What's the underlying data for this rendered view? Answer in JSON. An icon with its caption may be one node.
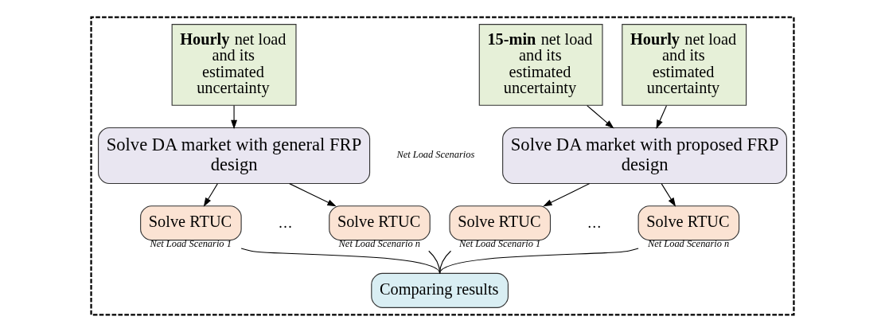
{
  "diagram": {
    "nodes": [
      {
        "text": [],
        "shape": "box"
      },
      {
        "text": [
          "**Hourly** net load and its estimated uncertainty"
        ],
        "in": 0
      },
      {
        "text": [
          "**Hourly** net load and its estimated uncertainty"
        ],
        "in": 0
      },
      {
        "text": [
          "**15-min** net load and its estimated uncertainty"
        ],
        "in": 0
      },
      {
        "text": [
          "Solve DA market with general FRP design"
        ],
        "in": 0
      },
      {
        "text": [
          "Solve DA market with proposed FRP design"
        ],
        "in": 0
      },
      {
        "text": [
          "Solve RTUC"
        ],
        "beside": [
          "Net Load Scenario 1"
        ],
        "in": 0
      },
      {
        "text": [
          "Solve RTUC"
        ],
        "beside": [
          "Net Load Scenario n"
        ],
        "in": 0
      },
      {
        "text": [
          "Solve RTUC"
        ],
        "beside": [
          "Net Load Scenario 1"
        ],
        "in": 0
      },
      {
        "text": [
          "Solve RTUC"
        ],
        "beside": [
          "Net Load Scenario n"
        ],
        "in": 0
      },
      {
        "text": [
          "Comparing results"
        ],
        "in": 0
      }
    ],
    "edges": [
      {
        "from": 1,
        "to": 4,
        "arrow": "to"
      },
      {
        "from": 2,
        "to": 5,
        "arrow": "to"
      },
      {
        "from": 3,
        "to": 5,
        "arrow": "to"
      },
      {
        "from": 4,
        "to": 6,
        "arrow": "to"
      },
      {
        "from": 4,
        "to": 7,
        "arrow": "to"
      },
      {
        "from": 5,
        "to": 8,
        "arrow": "to"
      },
      {
        "from": 5,
        "to": 9,
        "arrow": "to"
      },
      {
        "from": 6,
        "to": 10,
        "arrow": "none"
      },
      {
        "from": 7,
        "to": 10,
        "arrow": "none"
      },
      {
        "from": 8,
        "to": 10,
        "arrow": "none"
      },
      {
        "from": 9,
        "to": 10,
        "arrow": "none"
      }
    ],
    "labels": [
      "···",
      "Net Load Scenarios",
      "···"
    ]
  }
}
